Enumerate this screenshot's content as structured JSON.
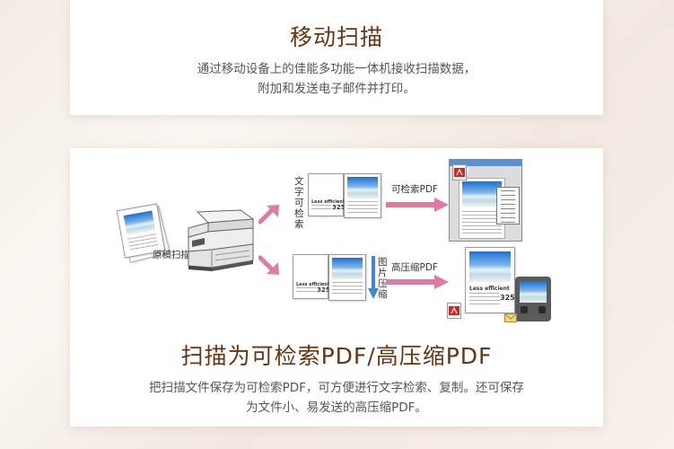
{
  "section1": {
    "title": "移动扫描",
    "desc_line1": "通过移动设备上的佳能多功能一体机接收扫描数据，",
    "desc_line2": "附加和发送电子邮件并打印。"
  },
  "section2": {
    "title": "扫描为可检索PDF/高压缩PDF",
    "desc_line1": "把扫描文件保存为可检索PDF，可方便进行文字检索、复制。还可保存",
    "desc_line2": "为文件小、易发送的高压缩PDF。"
  },
  "diagram": {
    "original_label": "原稿扫描",
    "text_search_label": "文字可检索",
    "image_compress_label": "图片压缩",
    "searchable_pdf_label": "可检索PDF",
    "compressed_pdf_label": "高压缩PDF",
    "doc_heading": "Less efficient",
    "doc_number": "325"
  },
  "colors": {
    "title": "#6b3410",
    "pink_arrow": "#e07aa4",
    "blue_arrow": "#3a88d6"
  }
}
